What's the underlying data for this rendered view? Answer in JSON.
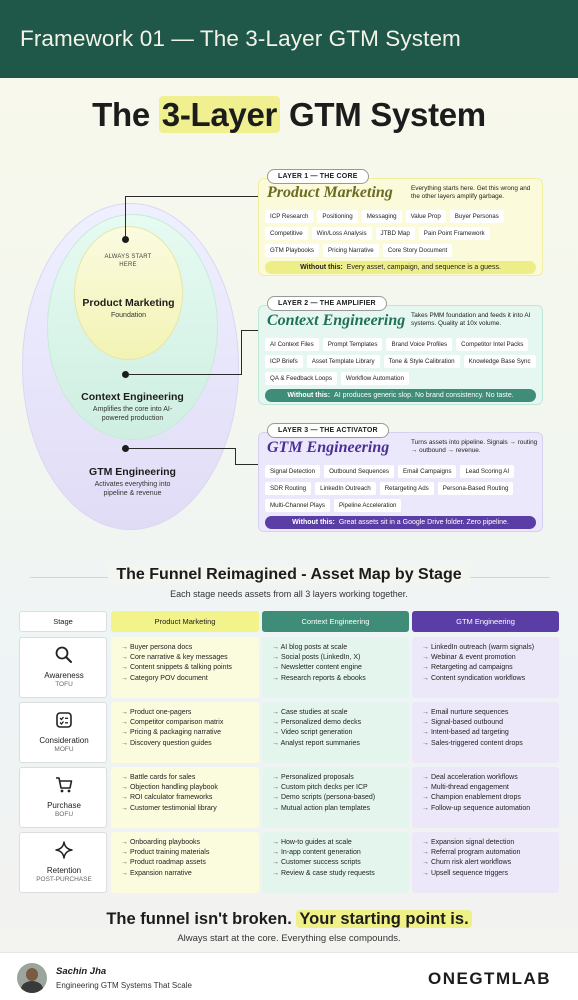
{
  "header": {
    "title": "Framework 01 — The 3-Layer GTM System"
  },
  "hero": {
    "title_pre": "The",
    "title_highlight": "3-Layer",
    "title_post": "GTM System"
  },
  "diagram": {
    "always_start": "ALWAYS START HERE",
    "inner": {
      "title": "Product Marketing",
      "subtitle": "Foundation"
    },
    "middle": {
      "title": "Context Engineering",
      "subtitle": "Amplifies the core into AI-powered production"
    },
    "outer": {
      "title": "GTM Engineering",
      "subtitle": "Activates everything into pipeline & revenue"
    }
  },
  "layers": [
    {
      "pill": "LAYER 1 — THE CORE",
      "title": "Product Marketing",
      "desc": "Everything starts here. Get this wrong and the other layers amplify garbage.",
      "tags": [
        "ICP Research",
        "Positioning",
        "Messaging",
        "Value Prop",
        "Buyer Personas",
        "Competitive",
        "Win/Loss Analysis",
        "JTBD Map",
        "Pain Point Framework",
        "GTM Playbooks",
        "Pricing Narrative",
        "Core Story Document"
      ],
      "without_label": "Without this:",
      "without_text": "Every asset, campaign, and sequence is a guess."
    },
    {
      "pill": "LAYER 2 — THE AMPLIFIER",
      "title": "Context Engineering",
      "desc": "Takes PMM foundation and feeds it into AI systems. Quality at 10x volume.",
      "tags": [
        "AI Context Files",
        "Prompt Templates",
        "Brand Voice Profiles",
        "Competitor Intel Packs",
        "ICP Briefs",
        "Asset Template Library",
        "Tone & Style Calibration",
        "Knowledge Base Sync",
        "QA & Feedback Loops",
        "Workflow Automation"
      ],
      "without_label": "Without this:",
      "without_text": "AI produces generic slop. No brand consistency. No taste."
    },
    {
      "pill": "LAYER 3 — THE ACTIVATOR",
      "title": "GTM Engineering",
      "desc": "Turns assets into pipeline. Signals → routing → outbound → revenue.",
      "tags": [
        "Signal Detection",
        "Outbound Sequences",
        "Email Campaigns",
        "Lead Scoring AI",
        "SDR Routing",
        "LinkedIn Outreach",
        "Retargeting Ads",
        "Persona-Based Routing",
        "Multi-Channel Plays",
        "Pipeline Acceleration"
      ],
      "without_label": "Without this:",
      "without_text": "Great assets sit in a Google Drive folder. Zero pipeline."
    }
  ],
  "funnel": {
    "title": "The Funnel Reimagined - Asset Map by Stage",
    "subtitle": "Each stage needs assets from all 3 layers working together.",
    "headers": [
      "Stage",
      "Product Marketing",
      "Context Engineering",
      "GTM Engineering"
    ],
    "rows": [
      {
        "icon": "search-icon",
        "name": "Awareness",
        "abbr": "TOFU",
        "pm": [
          "Buyer persona docs",
          "Core narrative & key messages",
          "Content snippets & talking points",
          "Category POV document"
        ],
        "ce": [
          "AI blog posts at scale",
          "Social posts (LinkedIn, X)",
          "Newsletter content engine",
          "Research reports & ebooks"
        ],
        "gtm": [
          "LinkedIn outreach (warm signals)",
          "Webinar & event promotion",
          "Retargeting ad campaigns",
          "Content syndication workflows"
        ]
      },
      {
        "icon": "checklist-icon",
        "name": "Consideration",
        "abbr": "MOFU",
        "pm": [
          "Product one-pagers",
          "Competitor comparison matrix",
          "Pricing & packaging narrative",
          "Discovery question guides"
        ],
        "ce": [
          "Case studies at scale",
          "Personalized demo decks",
          "Video script generation",
          "Analyst report summaries"
        ],
        "gtm": [
          "Email nurture sequences",
          "Signal-based outbound",
          "Intent-based ad targeting",
          "Sales-triggered content drops"
        ]
      },
      {
        "icon": "cart-icon",
        "name": "Purchase",
        "abbr": "BOFU",
        "pm": [
          "Battle cards for sales",
          "Objection handling playbook",
          "ROI calculator frameworks",
          "Customer testimonial library"
        ],
        "ce": [
          "Personalized proposals",
          "Custom pitch decks per ICP",
          "Demo scripts (persona-based)",
          "Mutual action plan templates"
        ],
        "gtm": [
          "Deal acceleration workflows",
          "Multi-thread engagement",
          "Champion enablement drops",
          "Follow-up sequence automation"
        ]
      },
      {
        "icon": "sparkle-icon",
        "name": "Retention",
        "abbr": "POST-PURCHASE",
        "pm": [
          "Onboarding playbooks",
          "Product training materials",
          "Product roadmap assets",
          "Expansion narrative"
        ],
        "ce": [
          "How-to guides at scale",
          "In-app content generation",
          "Customer success scripts",
          "Review & case study requests"
        ],
        "gtm": [
          "Expansion signal detection",
          "Referral program automation",
          "Churn risk alert workflows",
          "Upsell sequence triggers"
        ]
      }
    ]
  },
  "closing": {
    "pre": "The funnel isn't broken.",
    "highlight": "Your starting point is.",
    "subtitle": "Always start at the core. Everything else compounds."
  },
  "footer": {
    "name": "Sachin Jha",
    "tagline": "Engineering GTM Systems That Scale",
    "logo": "ONEGTMLAB"
  }
}
